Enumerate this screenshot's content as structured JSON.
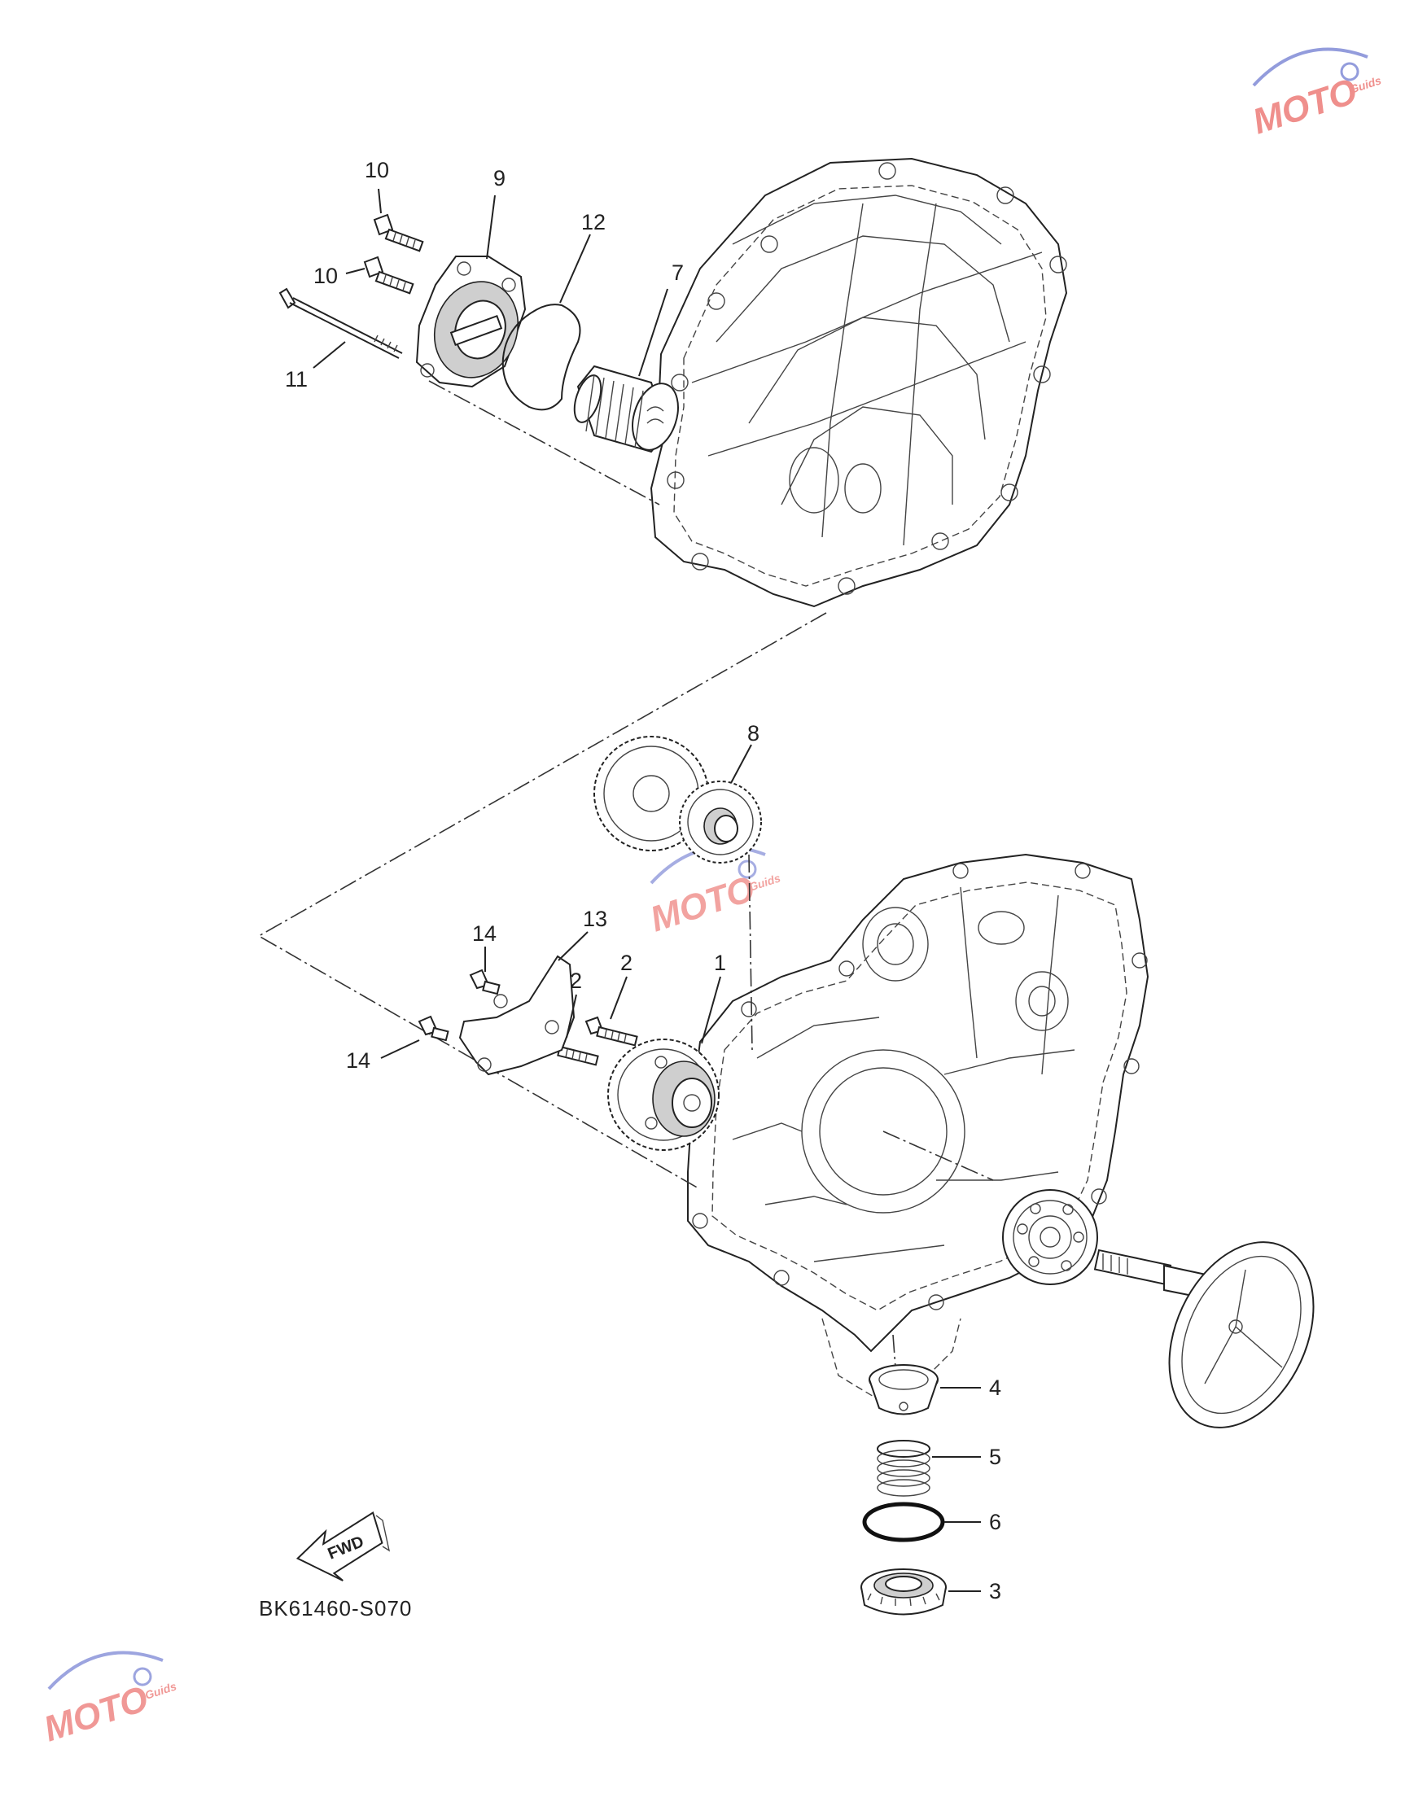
{
  "diagram_code": "BK61460-S070",
  "direction_label": "FWD",
  "callouts": [
    {
      "id": "c10a",
      "text": "10"
    },
    {
      "id": "c9",
      "text": "9"
    },
    {
      "id": "c12",
      "text": "12"
    },
    {
      "id": "c10b",
      "text": "10"
    },
    {
      "id": "c7",
      "text": "7"
    },
    {
      "id": "c11",
      "text": "11"
    },
    {
      "id": "c8",
      "text": "8"
    },
    {
      "id": "c13",
      "text": "13"
    },
    {
      "id": "c14a",
      "text": "14"
    },
    {
      "id": "c2a",
      "text": "2"
    },
    {
      "id": "c2b",
      "text": "2"
    },
    {
      "id": "c1",
      "text": "1"
    },
    {
      "id": "c14b",
      "text": "14"
    },
    {
      "id": "c4",
      "text": "4"
    },
    {
      "id": "c5",
      "text": "5"
    },
    {
      "id": "c6",
      "text": "6"
    },
    {
      "id": "c3",
      "text": "3"
    }
  ],
  "watermark": {
    "brand": "MOTO",
    "sub": "Guids",
    "color_primary": "#e3342f",
    "color_secondary": "#3b4cc0"
  }
}
